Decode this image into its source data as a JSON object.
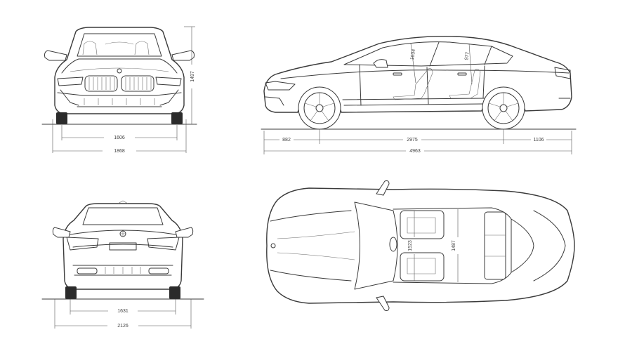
{
  "dimensions": {
    "front_track": "1606",
    "front_width": "1868",
    "height": "1497",
    "front_overhang": "882",
    "wheelbase": "2975",
    "rear_overhang": "1106",
    "length": "4963",
    "front_headroom": "1034",
    "rear_headroom": "977",
    "rear_track": "1631",
    "width_mirrors": "2126",
    "front_shoulder": "1523",
    "rear_shoulder": "1487"
  }
}
